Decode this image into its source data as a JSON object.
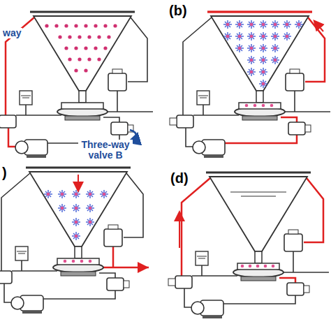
{
  "diagram": {
    "labels": [
      "way",
      "Three-way valve B",
      "(b)",
      ")",
      "(d)"
    ]
  }
}
